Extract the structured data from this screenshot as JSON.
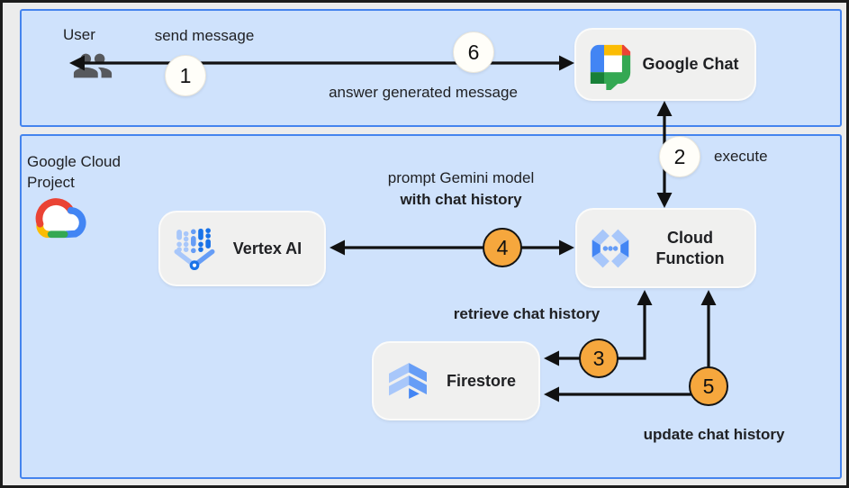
{
  "zones": {
    "user": {
      "title": "User"
    },
    "gcp": {
      "title_line1": "Google Cloud",
      "title_line2": "Project"
    }
  },
  "nodes": {
    "google_chat": {
      "label": "Google Chat"
    },
    "vertex_ai": {
      "label": "Vertex AI"
    },
    "cloud_function": {
      "label": "Cloud Function"
    },
    "firestore": {
      "label": "Firestore"
    }
  },
  "edge_labels": {
    "send_message": "send message",
    "answer": "answer generated message",
    "execute": "execute",
    "prompt_line1": "prompt Gemini model",
    "prompt_line2": "with chat history",
    "retrieve": "retrieve chat history",
    "update": "update chat history"
  },
  "badges": [
    {
      "n": "1",
      "style": "light"
    },
    {
      "n": "2",
      "style": "light"
    },
    {
      "n": "3",
      "style": "orange"
    },
    {
      "n": "4",
      "style": "orange"
    },
    {
      "n": "5",
      "style": "orange"
    },
    {
      "n": "6",
      "style": "light"
    }
  ],
  "icons": {
    "user": "people-icon",
    "gcp": "google-cloud-logo",
    "google_chat": "google-chat-logo",
    "vertex_ai": "vertex-ai-icon",
    "cloud_function": "cloud-functions-icon",
    "firestore": "firestore-icon"
  },
  "colors": {
    "zone_bg": "#cfe2fc",
    "zone_border": "#4484ee",
    "node_bg": "#f0f0ef",
    "badge_light": "#fffef9",
    "badge_orange": "#f6a73d",
    "arrow": "#111111",
    "google_blue": "#4285f4",
    "google_red": "#ea4335",
    "google_yellow": "#fbbc04",
    "google_green": "#34a853"
  }
}
